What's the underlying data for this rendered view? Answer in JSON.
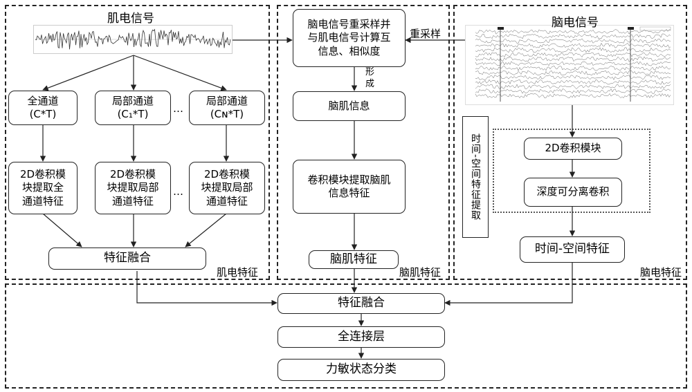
{
  "emg_section": {
    "title": "肌电信号",
    "feature_label": "肌电特征",
    "channels": [
      {
        "line1": "全通道",
        "line2": "(C*T)"
      },
      {
        "line1": "局部通道",
        "line2": "(C₁*T)"
      },
      {
        "line1": "局部通道",
        "line2": "(Cɴ*T)"
      }
    ],
    "conv_blocks": [
      {
        "line1": "2D卷积模",
        "line2": "块提取全",
        "line3": "通道特征"
      },
      {
        "line1": "2D卷积模",
        "line2": "块提取局部",
        "line3": "通道特征"
      },
      {
        "line1": "2D卷积模",
        "line2": "块提取局部",
        "line3": "通道特征"
      }
    ],
    "ellipsis": "…",
    "fusion": "特征融合"
  },
  "emg_eeg_section": {
    "resample_box": {
      "line1": "脑电信号重采样并",
      "line2": "与肌电信号计算互",
      "line3": "信息、相似度"
    },
    "form_label": {
      "char1": "形",
      "char2": "成"
    },
    "info_box": "脑肌信息",
    "conv_box": {
      "line1": "卷积模块提取脑肌",
      "line2": "信息特征"
    },
    "feature_box": "脑肌特征",
    "feature_label": "脑肌特征"
  },
  "eeg_section": {
    "title": "脑电信号",
    "resample_label": "重采样",
    "spatiotemporal_label": "时间-空间特征提取",
    "conv2d": "2D卷积模块",
    "depthwise": "深度可分离卷积",
    "feature_box": "时间-空间特征",
    "feature_label": "脑电特征"
  },
  "bottom": {
    "fusion": "特征融合",
    "fc": "全连接层",
    "classify": "力敏状态分类"
  }
}
